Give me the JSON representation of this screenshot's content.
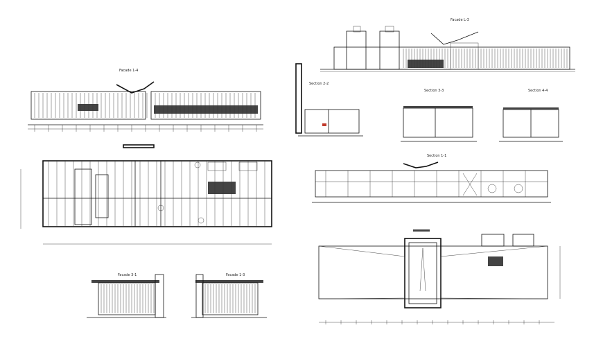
{
  "drawing": {
    "titles": {
      "facade_l4": "Facade 1-4",
      "facade_l3": "Facade L-3",
      "section_2_2": "Section 2-2",
      "section_3_3": "Section 3-3",
      "section_4_4": "Section 4-4",
      "section_1_1": "Section 1-1",
      "facade_3_1": "Facade 3-1",
      "facade_1_3": "Facade 1-3"
    }
  }
}
